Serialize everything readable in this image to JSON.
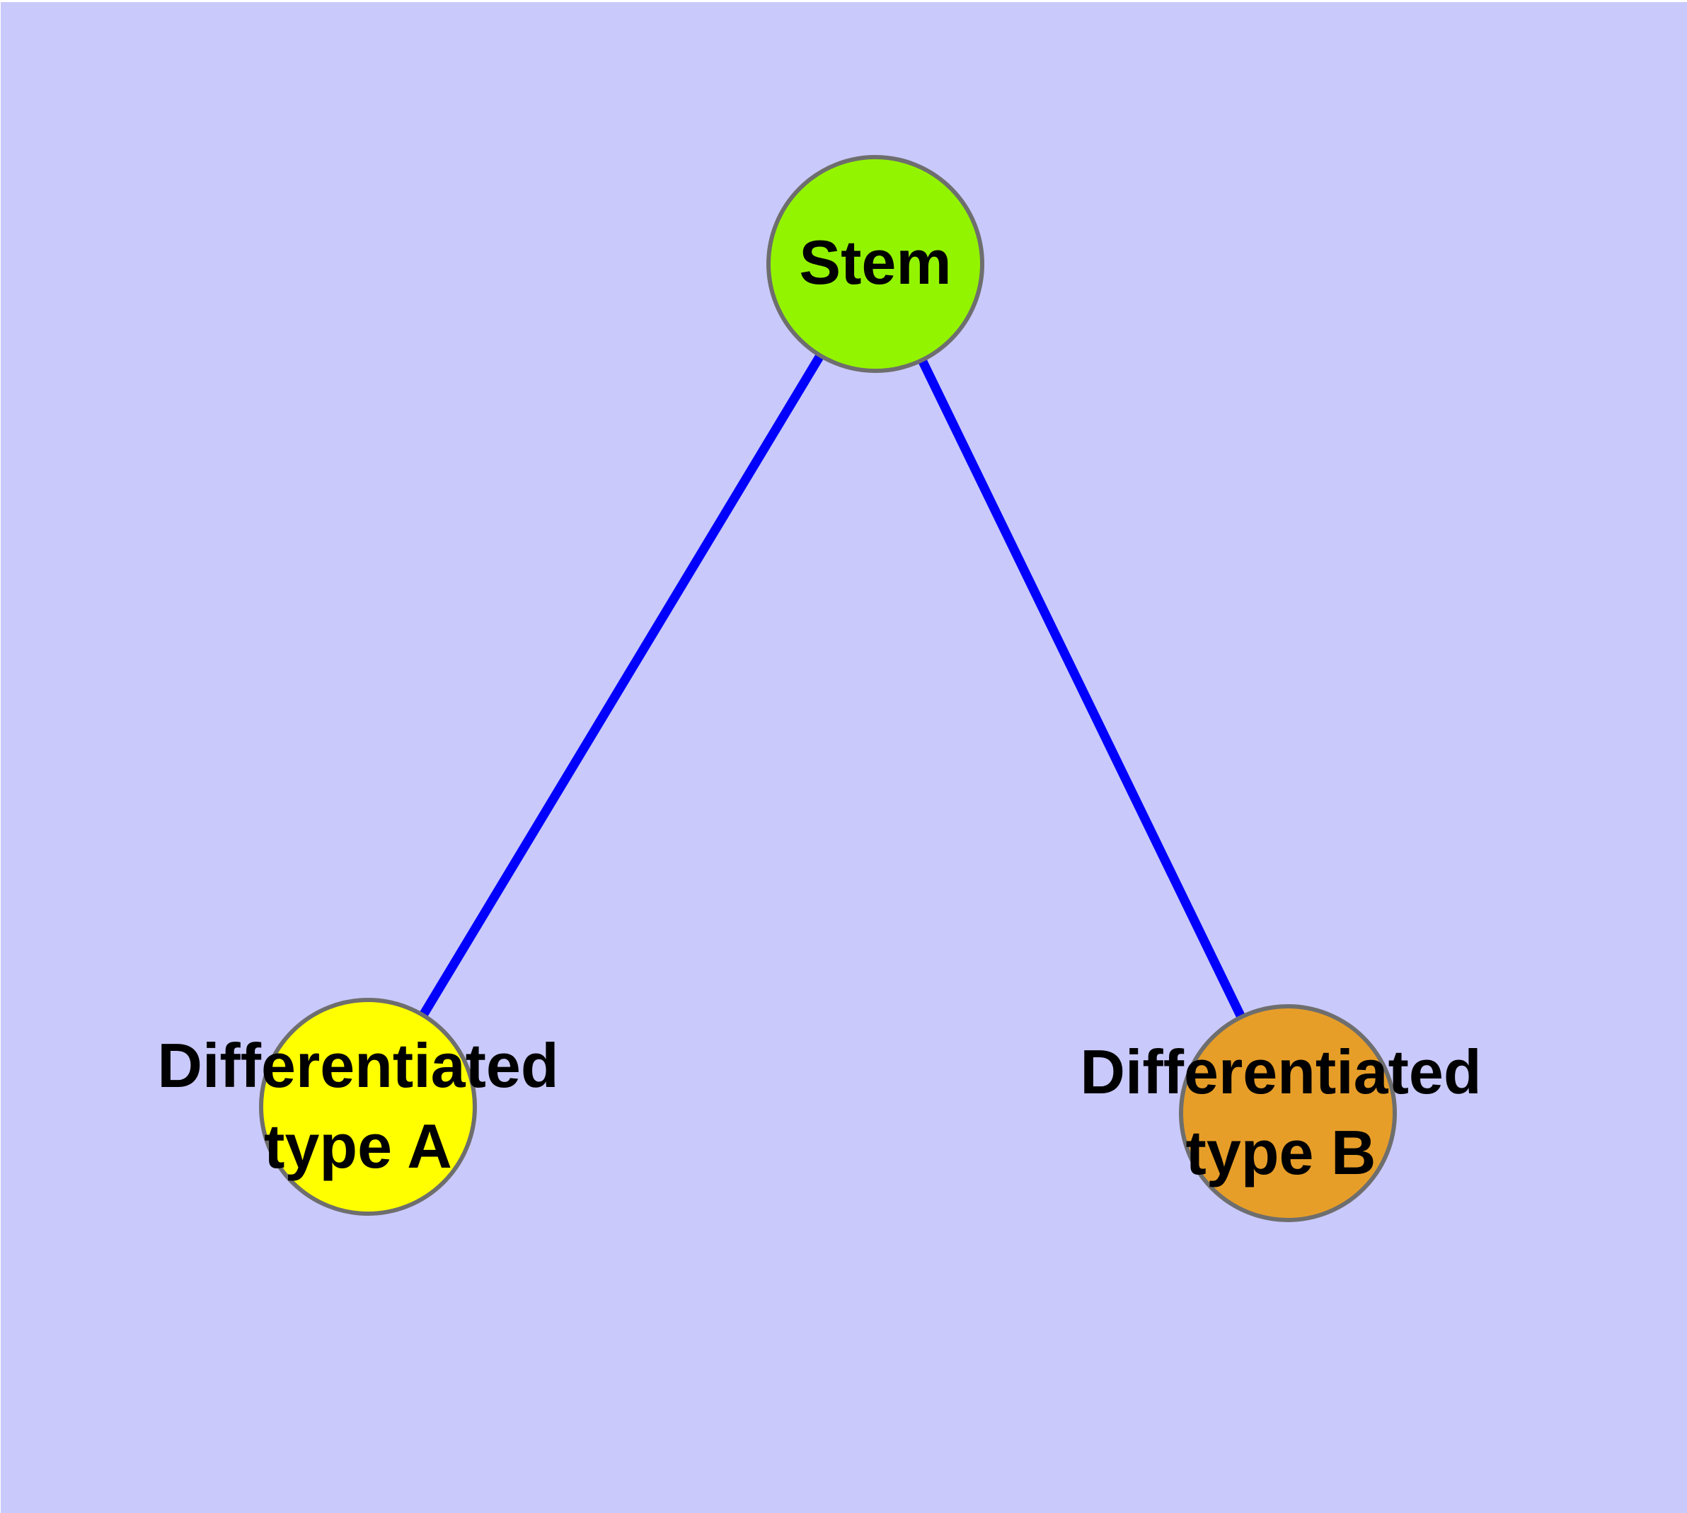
{
  "graph": {
    "background_color": "#C9C9FB",
    "node_border_color": "#6E6E6E",
    "edge_color": "#0000FC",
    "label_color": "#000000",
    "nodes": [
      {
        "id": "stem",
        "label": "Stem",
        "fill_color": "#93F400"
      },
      {
        "id": "differentiated-type-a",
        "label": "Differentiated\ntype A",
        "fill_color": "#FFFF00"
      },
      {
        "id": "differentiated-type-b",
        "label": "Differentiated\ntype B",
        "fill_color": "#E79E28"
      }
    ],
    "edges": [
      {
        "from": "stem",
        "to": "differentiated-type-a"
      },
      {
        "from": "stem",
        "to": "differentiated-type-b"
      }
    ]
  }
}
